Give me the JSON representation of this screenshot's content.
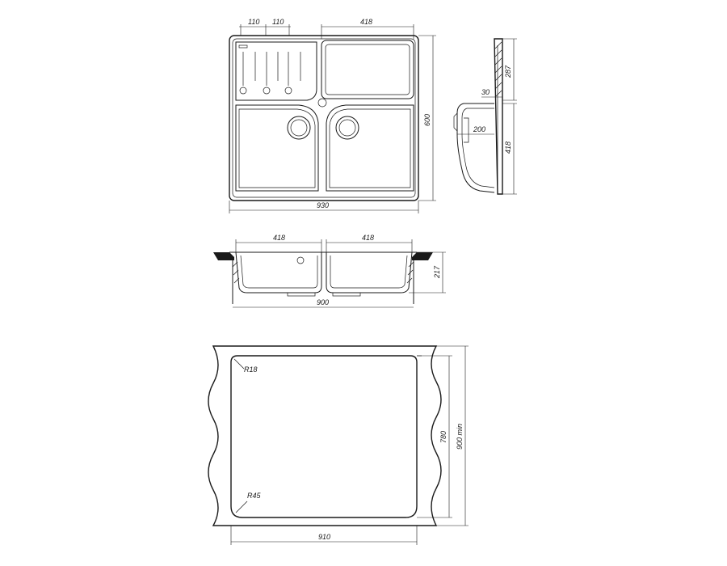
{
  "top_view": {
    "dim_left_drainer": "110",
    "dim_mid_drainer": "110",
    "dim_top_right": "418",
    "dim_total_width": "930",
    "dim_height": "600"
  },
  "side_view": {
    "dim_287": "287",
    "dim_30": "30",
    "dim_200": "200",
    "dim_418": "418"
  },
  "front_section": {
    "dim_left_bowl": "418",
    "dim_right_bowl": "418",
    "dim_depth": "217",
    "dim_width": "900"
  },
  "cutout": {
    "radius_top": "R18",
    "radius_bottom": "R45",
    "dim_inner_height": "780",
    "dim_cabinet_min": "900 min",
    "dim_width": "910"
  }
}
